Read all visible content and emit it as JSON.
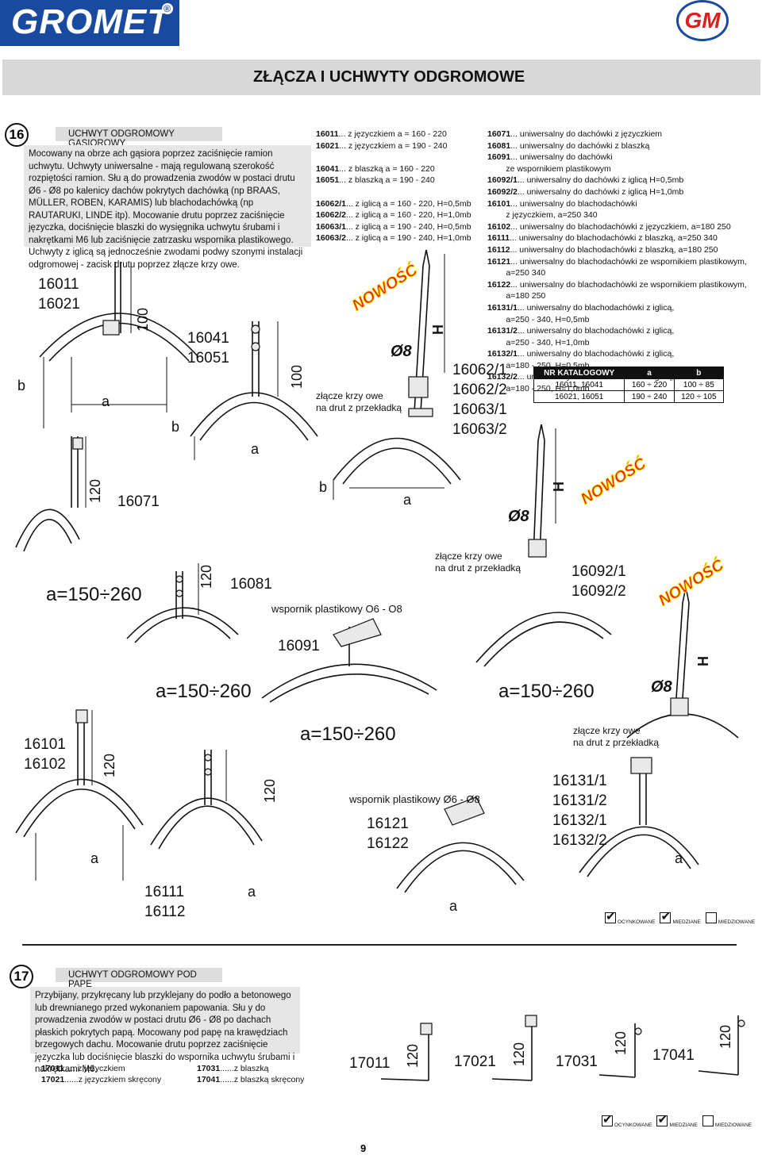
{
  "header": {
    "logo_text": "GROMET",
    "reg_mark": "®",
    "right_logo": "GM",
    "page_title": "ZŁĄCZA I UCHWYTY ODGROMOWE"
  },
  "section16": {
    "number": "16",
    "heading": "UCHWYT ODGROMOWY GĄSIOROWY",
    "description": "Mocowany na obrze ach gąsiora poprzez zaciśnięcie ramion uchwytu. Uchwyty uniwersalne - mają regulowaną szerokość rozpiętości ramion. Słu ą do prowadzenia zwodów w postaci drutu Ø6 - Ø8 po kalenicy dachów pokrytych dachówką (np BRAAS, MÜLLER, ROBEN, KARAMIS) lub blachodachówką (np RAUTARUKI, LINDE itp). Mocowanie drutu poprzez zaciśnięcie języczka, dociśnięcie blaszki do wysięgnika uchwytu śrubami i nakrętkami M6 lub zaciśnięcie zatrzasku wspornika plastikowego. Uchwyty z iglicą są jednocześnie zwodami podwy szonymi instalacji odgromowej - zacisk drutu poprzez złącze krzy owe.",
    "codes_col1": [
      {
        "code": "16011",
        "text": "... z języczkiem a = 160 - 220"
      },
      {
        "code": "16021",
        "text": "... z języczkiem a = 190 - 240"
      },
      {
        "code": "",
        "text": ""
      },
      {
        "code": "16041",
        "text": "... z blaszką a = 160 - 220"
      },
      {
        "code": "16051",
        "text": "... z blaszką a = 190 - 240"
      },
      {
        "code": "",
        "text": ""
      },
      {
        "code": "16062/1",
        "text": "... z iglicą a = 160 - 220, H=0,5mb"
      },
      {
        "code": "16062/2",
        "text": "... z iglicą a = 160 - 220, H=1,0mb"
      },
      {
        "code": "16063/1",
        "text": "... z iglicą a = 190 - 240, H=0,5mb"
      },
      {
        "code": "16063/2",
        "text": "... z iglicą a = 190 - 240, H=1,0mb"
      }
    ],
    "codes_col2": [
      {
        "code": "16071",
        "text": "... uniwersalny do dachówki z języczkiem"
      },
      {
        "code": "16081",
        "text": "... uniwersalny do dachówki z blaszką"
      },
      {
        "code": "16091",
        "text": "... uniwersalny do dachówki"
      },
      {
        "code": "",
        "text": "        ze wspornikiem plastikowym"
      },
      {
        "code": "16092/1",
        "text": "... uniwersalny do dachówki z iglicą H=0,5mb"
      },
      {
        "code": "16092/2",
        "text": "... uniwersalny do dachówki z iglicą H=1,0mb"
      },
      {
        "code": "16101",
        "text": "... uniwersalny do blachodachówki"
      },
      {
        "code": "",
        "text": "        z języczkiem, a=250 340"
      },
      {
        "code": "16102",
        "text": "... uniwersalny do blachodachówki z języczkiem, a=180 250"
      },
      {
        "code": "16111",
        "text": "... uniwersalny do blachodachówki z blaszką, a=250 340"
      },
      {
        "code": "16112",
        "text": "... uniwersalny do blachodachówki z blaszką, a=180 250"
      },
      {
        "code": "16121",
        "text": "... uniwersalny do blachodachówki ze wspornikiem plastikowym,"
      },
      {
        "code": "",
        "text": "        a=250 340"
      },
      {
        "code": "16122",
        "text": "... uniwersalny do blachodachówki ze wspornikiem plastikowym,"
      },
      {
        "code": "",
        "text": "        a=180 250"
      },
      {
        "code": "16131/1",
        "text": "... uniwersalny do blachodachówki z iglicą,"
      },
      {
        "code": "",
        "text": "        a=250 - 340, H=0,5mb"
      },
      {
        "code": "16131/2",
        "text": "... uniwersalny do blachodachówki z iglicą,"
      },
      {
        "code": "",
        "text": "        a=250 - 340, H=1,0mb"
      },
      {
        "code": "16132/1",
        "text": "... uniwersalny do blachodachówki z iglicą,"
      },
      {
        "code": "",
        "text": "        a=180 - 250, H=0,5mb"
      },
      {
        "code": "16132/2",
        "text": "... uniwersalny do blachodachówki z iglicą,"
      },
      {
        "code": "",
        "text": "        a=180 - 250, H=1,0mb"
      }
    ],
    "table": {
      "headers": [
        "NR KATALOGOWY",
        "a",
        "b"
      ],
      "rows": [
        [
          "16011, 16041",
          "160 ÷ 220",
          "100 ÷ 85"
        ],
        [
          "16021, 16051",
          "190 ÷ 240",
          "120 ÷ 105"
        ]
      ]
    },
    "labels": {
      "g1": "16011\n16021",
      "g2": "16041\n16051",
      "g3": "16062/1\n16062/2\n16063/1\n16063/2",
      "g4": "16071",
      "g5": "16081",
      "g6": "16091",
      "g7": "16092/1\n16092/2",
      "g8": "16101\n16102",
      "g9": "16111\n16112",
      "g10": "16121\n16122",
      "g11": "16131/1\n16131/2\n16132/1\n16132/2",
      "dim_100": "100",
      "dim_120": "120",
      "dim_a": "a",
      "dim_b": "b",
      "dim_h": "H",
      "dim_o8": "Ø8",
      "a_range": "a=150÷260",
      "nowosc": "NOWOŚĆ",
      "zlacze": "złącze krzy owe\nna drut z przekładką",
      "wspornik1": "wspornik plastikowy O6 - O8",
      "wspornik2": "wspornik plastikowy Ø6 - Ø8"
    },
    "finishes": [
      {
        "label": "OCYNKOWANE",
        "checked": true
      },
      {
        "label": "MIEDZIANE",
        "checked": true
      },
      {
        "label": "MIEDZIOWANE",
        "checked": false
      }
    ]
  },
  "section17": {
    "number": "17",
    "heading": "UCHWYT ODGROMOWY POD PAPĘ",
    "description": "Przybijany, przykręcany lub przyklejany do podło a betonowego lub drewnianego przed wykonaniem papowania. Słu y do prowadzenia zwodów w postaci drutu Ø6 - Ø8 po dachach płaskich pokrytych papą. Mocowany pod papę na krawędziach brzegowych dachu. Mocowanie drutu poprzez zaciśnięcie języczka lub dociśnięcie blaszki do wspornika uchwytu śrubami i nakrętkami M6.",
    "codes": [
      {
        "code": "17011",
        "text": "......z języczkiem"
      },
      {
        "code": "17021",
        "text": "......z języczkiem skręcony"
      },
      {
        "code": "17031",
        "text": "......z blaszką"
      },
      {
        "code": "17041",
        "text": "......z blaszką skręcony"
      }
    ],
    "items": [
      "17011",
      "17021",
      "17031",
      "17041"
    ],
    "dim": "120",
    "finishes": [
      {
        "label": "OCYNKOWANE",
        "checked": true
      },
      {
        "label": "MIEDZIANE",
        "checked": true
      },
      {
        "label": "MIEDZIOWANE",
        "checked": false
      }
    ]
  },
  "footer": {
    "page_number": "9"
  }
}
